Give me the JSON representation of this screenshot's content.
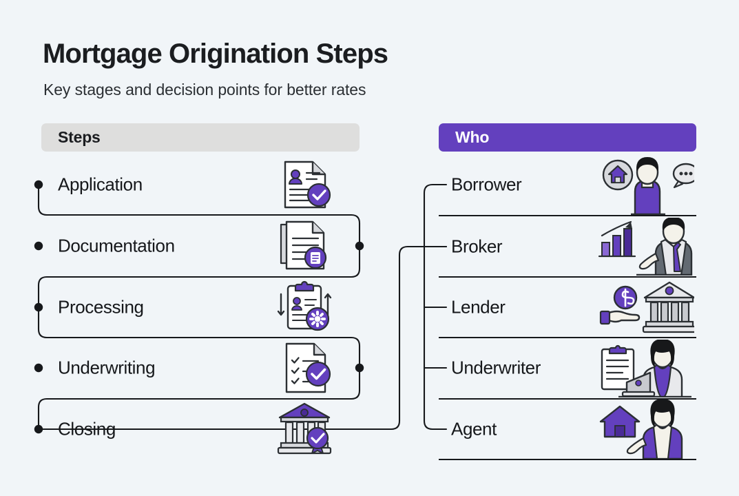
{
  "header": {
    "title": "Mortgage Origination Steps",
    "subtitle": "Key stages and decision points for better rates"
  },
  "colors": {
    "background": "#f1f5f8",
    "accent_purple": "#6340be",
    "header_gray": "#dededd",
    "ink": "#16181b",
    "white": "#ffffff"
  },
  "columns": {
    "left": {
      "header": "Steps",
      "header_style": "gray",
      "rows": [
        {
          "label": "Application",
          "icon": "document-person-check-icon"
        },
        {
          "label": "Documentation",
          "icon": "document-file-icon"
        },
        {
          "label": "Processing",
          "icon": "clipboard-gear-icon"
        },
        {
          "label": "Underwriting",
          "icon": "checklist-approved-icon"
        },
        {
          "label": "Closing",
          "icon": "bank-award-icon"
        }
      ]
    },
    "right": {
      "header": "Who",
      "header_style": "purple",
      "rows": [
        {
          "label": "Borrower",
          "icon": "person-house-speech-icon"
        },
        {
          "label": "Broker",
          "icon": "businessman-chart-icon"
        },
        {
          "label": "Lender",
          "icon": "hand-coin-bank-icon"
        },
        {
          "label": "Underwriter",
          "icon": "woman-laptop-clipboard-icon"
        },
        {
          "label": "Agent",
          "icon": "woman-house-icon"
        }
      ]
    }
  }
}
